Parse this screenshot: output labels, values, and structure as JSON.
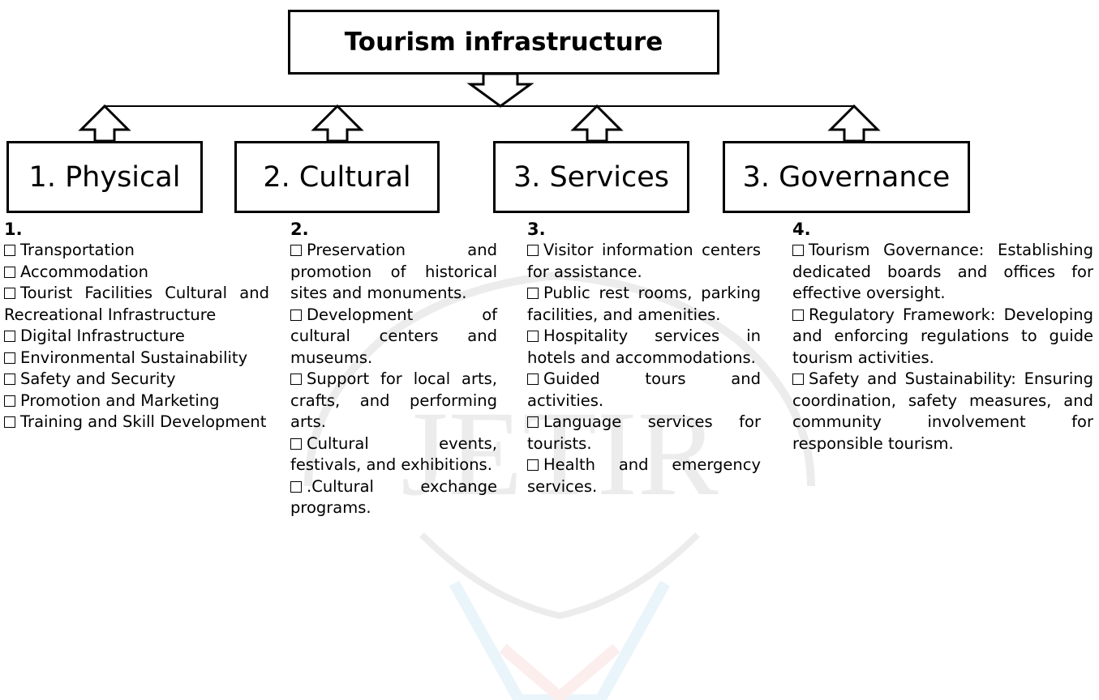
{
  "watermark": {
    "text": "JETIR"
  },
  "title": "Tourism infrastructure",
  "categories": [
    {
      "label": "1. Physical"
    },
    {
      "label": "2. Cultural"
    },
    {
      "label": "3. Services"
    },
    {
      "label": "3. Governance"
    }
  ],
  "columns": [
    {
      "number": "1.",
      "items": [
        "Transportation",
        "Accommodation",
        "Tourist Facilities Cultural and Recreational Infrastructure",
        "Digital Infrastructure",
        "Environmental Sustainability",
        "Safety and Security",
        "Promotion and Marketing",
        "Training and Skill Development"
      ]
    },
    {
      "number": "2.",
      "items": [
        "Preservation and promotion of historical sites and monuments.",
        "Development of cultural centers and museums.",
        "Support for local arts, crafts, and performing arts.",
        "Cultural events, festivals, and exhibitions.",
        ".Cultural exchange programs."
      ]
    },
    {
      "number": "3.",
      "items": [
        "Visitor information centers for assistance.",
        "Public rest rooms, parking facilities, and amenities.",
        "Hospitality services in hotels and accommodations.",
        "Guided tours and activities.",
        "Language services for tourists.",
        "Health and emergency services."
      ]
    },
    {
      "number": "4.",
      "items": [
        "Tourism Governance: Establishing dedicated boards and offices for effective oversight.",
        "Regulatory Framework: Developing and enforcing regulations to guide tourism activities.",
        "Safety and Sustainability: Ensuring coordination, safety measures, and community involvement for responsible tourism."
      ]
    }
  ]
}
